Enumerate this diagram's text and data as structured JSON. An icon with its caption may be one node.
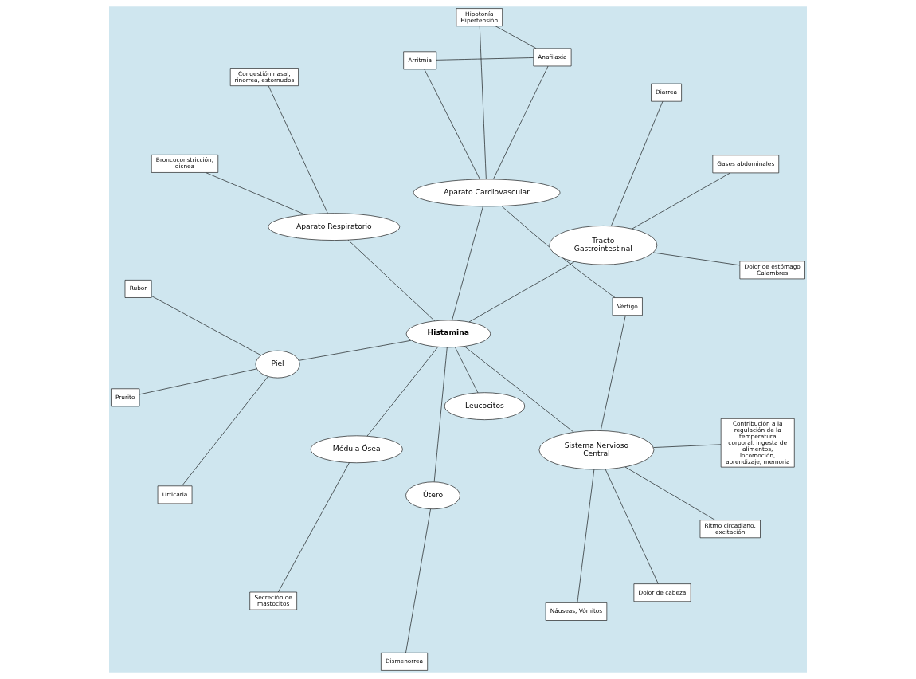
{
  "diagram": {
    "nodes": [
      {
        "text": [
          "Histamina"
        ]
      },
      {
        "text": [
          "Sistema Nervioso Central"
        ]
      },
      {
        "text": [
          "Médula Ósea"
        ]
      },
      {
        "text": [
          "Aparato Cardiovascular"
        ]
      },
      {
        "text": [
          "Leucocitos"
        ]
      },
      {
        "text": [
          "Piel"
        ]
      },
      {
        "text": [
          "Aparato Respiratorio"
        ]
      },
      {
        "text": [
          "Útero"
        ]
      },
      {
        "text": [
          "Tracto Gastrointestinal"
        ]
      },
      {
        "text": [
          "Vértigo"
        ]
      },
      {
        "text": [
          "Dolor de cabeza"
        ]
      },
      {
        "text": [
          "Náuseas, Vómitos"
        ]
      },
      {
        "text": [
          "Ritmo circadiano, excitación"
        ]
      },
      {
        "text": [
          "Contribución a la regulación de la temperatura corporal, ingesta de alimentos, locomoción, aprendizaje, memoria"
        ]
      },
      {
        "text": [
          "Hipotonía Hipertensión"
        ]
      },
      {
        "text": [
          "Secreción de mastocitos"
        ]
      },
      {
        "text": [
          "Anafilaxia"
        ]
      },
      {
        "text": [
          "Arritmia"
        ]
      },
      {
        "text": [
          "Prurito"
        ]
      },
      {
        "text": [
          "Rubor"
        ]
      },
      {
        "text": [
          "Urticaria"
        ]
      },
      {
        "text": [
          "Diarrea"
        ]
      },
      {
        "text": [
          "Gases abdominales"
        ]
      },
      {
        "text": [
          "Congestión nasal, rinorrea, estornudos"
        ]
      },
      {
        "text": [
          "Broncoconstricción, disnea"
        ]
      },
      {
        "text": [
          "Dismenorrea"
        ]
      },
      {
        "text": [
          "Dolor de estómago Calambres"
        ]
      }
    ],
    "edges": [
      {
        "from": 0,
        "to": 1,
        "arrow": "none"
      },
      {
        "from": 0,
        "to": 2,
        "arrow": "none"
      },
      {
        "from": 0,
        "to": 3,
        "arrow": "none"
      },
      {
        "from": 0,
        "to": 4,
        "arrow": "none"
      },
      {
        "from": 0,
        "to": 5,
        "arrow": "none"
      },
      {
        "from": 0,
        "to": 6,
        "arrow": "none"
      },
      {
        "from": 0,
        "to": 7,
        "arrow": "none"
      },
      {
        "from": 0,
        "to": 8,
        "arrow": "none"
      },
      {
        "from": 1,
        "to": 9,
        "arrow": "none"
      },
      {
        "from": 1,
        "to": 10,
        "arrow": "none"
      },
      {
        "from": 1,
        "to": 11,
        "arrow": "none"
      },
      {
        "from": 1,
        "to": 12,
        "arrow": "none"
      },
      {
        "from": 1,
        "to": 13,
        "arrow": "none"
      },
      {
        "from": 9,
        "to": 3,
        "arrow": "none"
      },
      {
        "from": 14,
        "to": 3,
        "arrow": "none"
      },
      {
        "from": 14,
        "to": 16,
        "arrow": "none"
      },
      {
        "from": 16,
        "to": 3,
        "arrow": "none"
      },
      {
        "from": 16,
        "to": 17,
        "arrow": "none"
      },
      {
        "from": 17,
        "to": 3,
        "arrow": "none"
      },
      {
        "from": 2,
        "to": 15,
        "arrow": "none"
      },
      {
        "from": 5,
        "to": 18,
        "arrow": "none"
      },
      {
        "from": 5,
        "to": 19,
        "arrow": "none"
      },
      {
        "from": 5,
        "to": 20,
        "arrow": "none"
      },
      {
        "from": 6,
        "to": 23,
        "arrow": "none"
      },
      {
        "from": 6,
        "to": 24,
        "arrow": "none"
      },
      {
        "from": 7,
        "to": 25,
        "arrow": "none"
      },
      {
        "from": 8,
        "to": 21,
        "arrow": "none"
      },
      {
        "from": 8,
        "to": 22,
        "arrow": "none"
      },
      {
        "from": 8,
        "to": 26,
        "arrow": "none"
      }
    ]
  }
}
